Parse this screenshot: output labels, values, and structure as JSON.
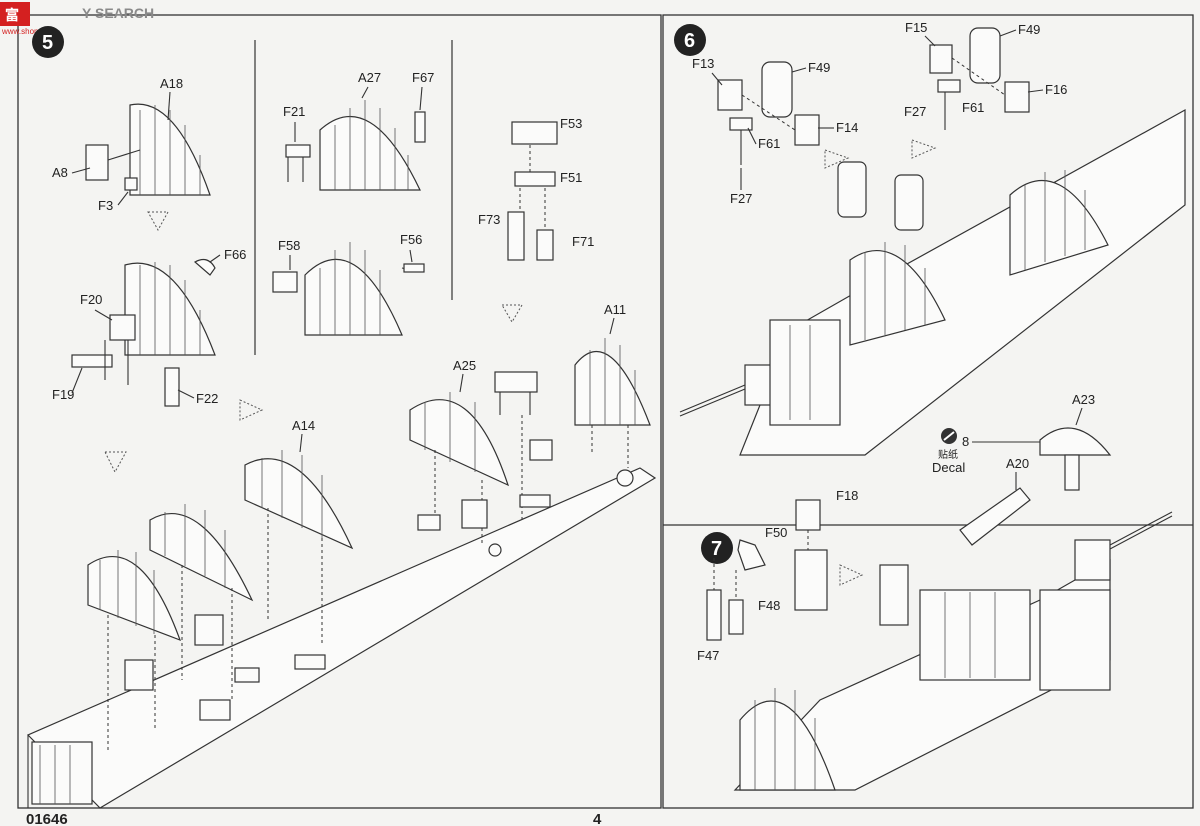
{
  "watermark": {
    "logo_text": "富",
    "site_text": "Y SEARCH",
    "sub_text": "www.shop.com",
    "brand_color": "#d42020"
  },
  "footer": {
    "kit_number": "01646",
    "page_number": "4"
  },
  "step5": {
    "number": "5",
    "labels": {
      "a18": "A18",
      "a8": "A8",
      "f3": "F3",
      "f66": "F66",
      "f20": "F20",
      "f19": "F19",
      "f22": "F22",
      "a27": "A27",
      "f67": "F67",
      "f21": "F21",
      "f58": "F58",
      "f56": "F56",
      "f53": "F53",
      "f51": "F51",
      "f73": "F73",
      "f71": "F71",
      "a14": "A14",
      "a25": "A25",
      "a11": "A11"
    }
  },
  "step6": {
    "number": "6",
    "labels": {
      "f13": "F13",
      "f49a": "F49",
      "f14": "F14",
      "f61a": "F61",
      "f27a": "F27",
      "f15": "F15",
      "f49b": "F49",
      "f16": "F16",
      "f27b": "F27",
      "f61b": "F61",
      "a23": "A23",
      "decal_num": "8",
      "decal_cn": "贴纸",
      "decal_en": "Decal",
      "a20": "A20"
    }
  },
  "step7": {
    "number": "7",
    "labels": {
      "f50": "F50",
      "f18": "F18",
      "f48": "F48",
      "f47": "F47"
    }
  },
  "icons": {
    "arrow": "flow-arrow-icon",
    "decal": "decal-icon"
  }
}
